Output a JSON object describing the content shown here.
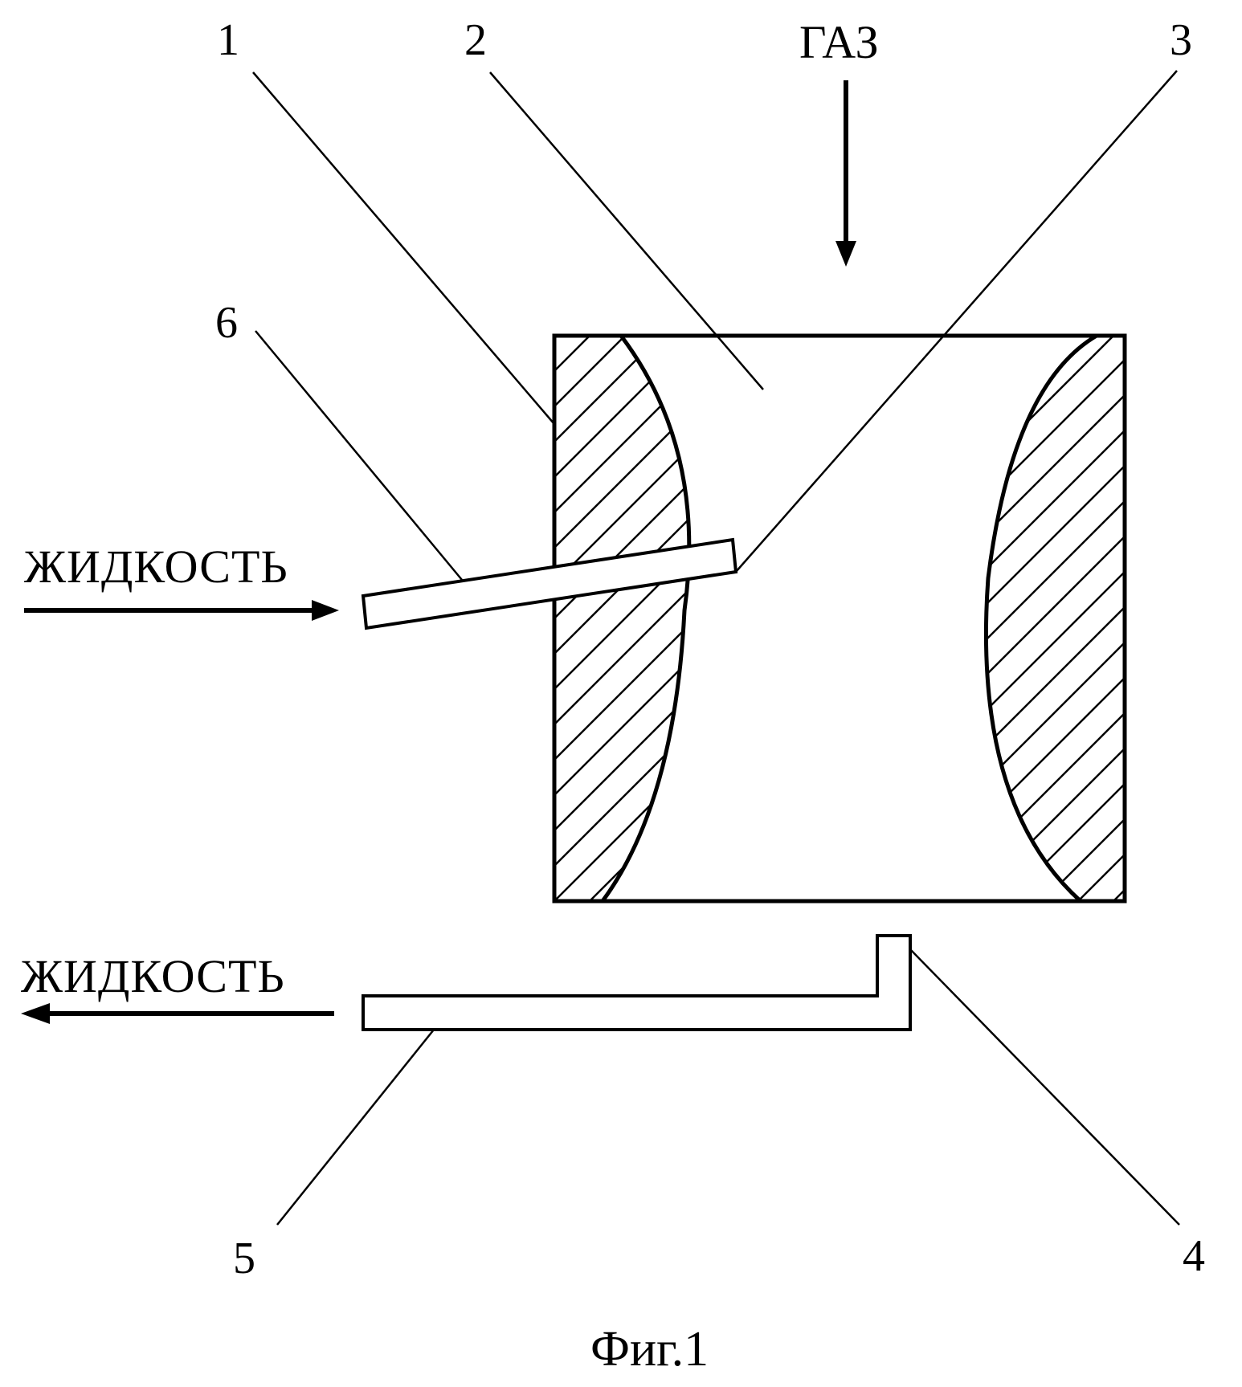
{
  "labels": {
    "part1": "1",
    "part2": "2",
    "part3": "3",
    "part4": "4",
    "part5": "5",
    "part6": "6",
    "gas": "ГАЗ",
    "liquid_in": "ЖИДКОСТЬ",
    "liquid_out": "ЖИДКОСТЬ"
  },
  "caption": "Фиг.1"
}
